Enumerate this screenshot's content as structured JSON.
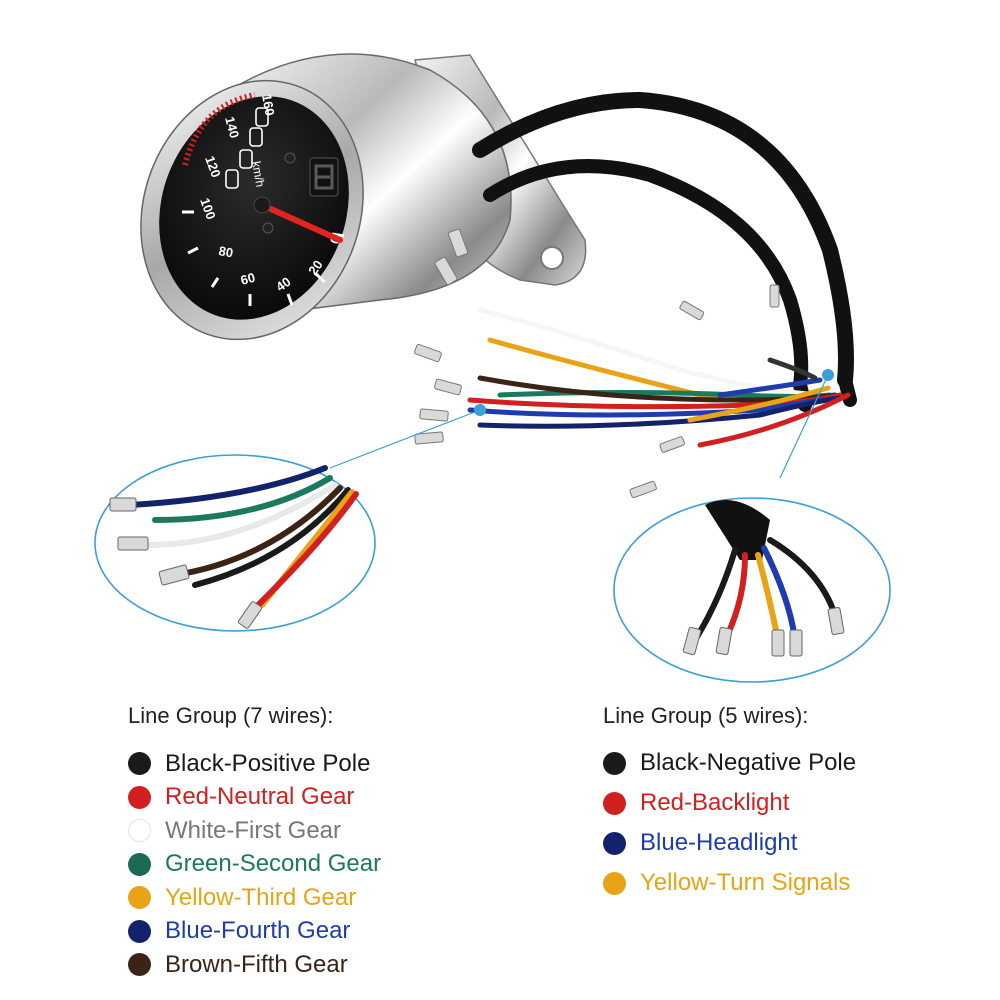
{
  "gauge": {
    "scale_labels": [
      "0",
      "20",
      "40",
      "60",
      "80",
      "100",
      "120",
      "140",
      "160"
    ],
    "unit": "km/h"
  },
  "legends": [
    {
      "title": "Line Group (7 wires):",
      "items": [
        {
          "label": "Black-Positive Pole",
          "text_color": "#1a1a1a",
          "dot_color": "#1a1a1a"
        },
        {
          "label": "Red-Neutral Gear",
          "text_color": "#d21f1f",
          "dot_color": "#d21f1f"
        },
        {
          "label": "White-First Gear",
          "text_color": "#777777",
          "dot_color": "#ffffff"
        },
        {
          "label": "Green-Second Gear",
          "text_color": "#1b7a5e",
          "dot_color": "#1b6b54"
        },
        {
          "label": "Yellow-Third Gear",
          "text_color": "#e8a317",
          "dot_color": "#e8a317"
        },
        {
          "label": "Blue-Fourth Gear",
          "text_color": "#1e3cae",
          "dot_color": "#12226b"
        },
        {
          "label": "Brown-Fifth Gear",
          "text_color": "#3b2416",
          "dot_color": "#3b2416"
        }
      ]
    },
    {
      "title": "Line Group (5 wires):",
      "items": [
        {
          "label": "Black-Negative Pole",
          "text_color": "#1a1a1a",
          "dot_color": "#1a1a1a"
        },
        {
          "label": "Red-Backlight",
          "text_color": "#d21f1f",
          "dot_color": "#d21f1f"
        },
        {
          "label": "Blue-Headlight",
          "text_color": "#1e3cae",
          "dot_color": "#12226b"
        },
        {
          "label": "Yellow-Turn Signals",
          "text_color": "#e8a317",
          "dot_color": "#e8a317"
        }
      ]
    }
  ]
}
